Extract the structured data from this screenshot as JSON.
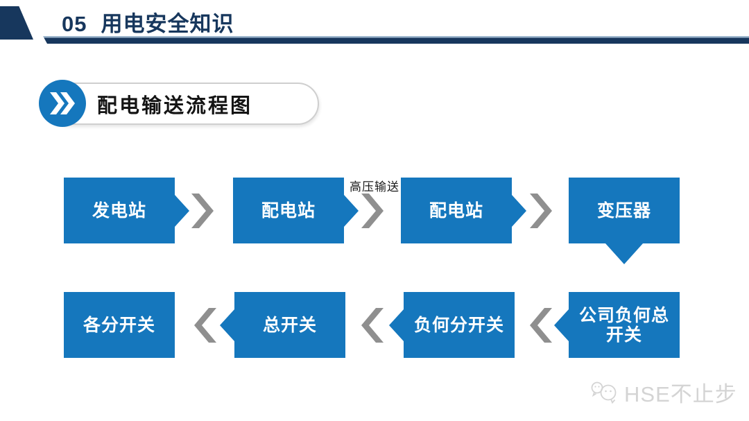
{
  "slide": {
    "header": {
      "number": "05",
      "title": "用电安全知识"
    },
    "section_title": "配电输送流程图",
    "flow": {
      "row1": [
        {
          "label": "发电站"
        },
        {
          "label": "配电站"
        },
        {
          "label": "配电站"
        },
        {
          "label": "变压器"
        }
      ],
      "high_voltage_label": "高压输送",
      "row2": [
        {
          "label": "各分开关"
        },
        {
          "label": "总开关"
        },
        {
          "label": "负何分开关"
        },
        {
          "label": "公司负何总开关"
        }
      ]
    },
    "watermark": {
      "text": "HSE不止步",
      "icon": "wechat-icon"
    },
    "colors": {
      "header_navy": "#17375d",
      "box_blue": "#1577bd",
      "arrow_gray": "#8f8f8f",
      "watermark_gray": "#d4d4d4"
    }
  }
}
